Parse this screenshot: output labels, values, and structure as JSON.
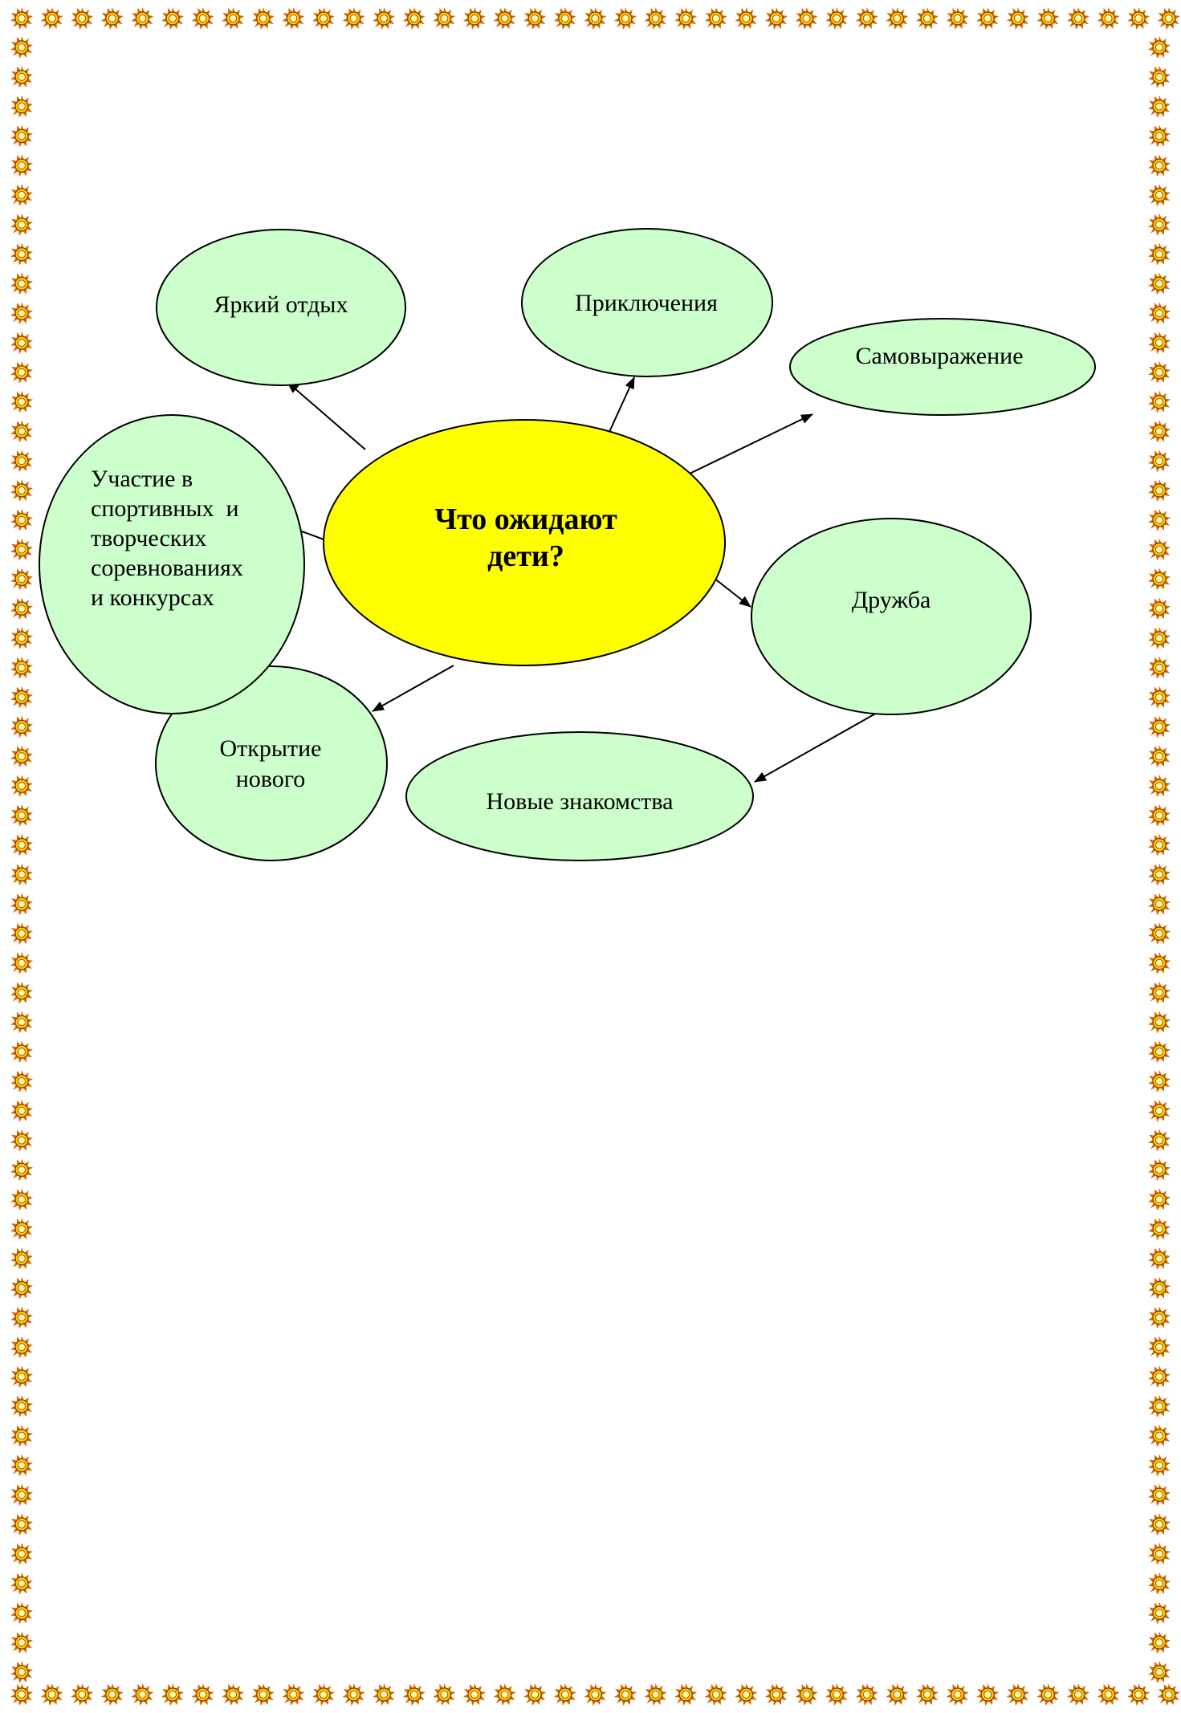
{
  "diagram": {
    "center": {
      "label_line1": "Что ожидают",
      "label_line2": "дети?",
      "fill": "#ffff00"
    },
    "node_fill": "#ccffcc",
    "border_color_outer": "#d66a00",
    "border_color_inner": "#ffcc00",
    "nodes": {
      "bright_rest": {
        "label": "Яркий отдых"
      },
      "adventures": {
        "label": "Приключения"
      },
      "self_expression": {
        "label": "Самовыражение"
      },
      "participation": {
        "line1": "Участие в",
        "line2": "спортивных  и",
        "line3": "творческих",
        "line4": "соревнованиях",
        "line5": "и конкурсах"
      },
      "friendship": {
        "label": "Дружба"
      },
      "discovery": {
        "line1": "Открытие",
        "line2": "нового"
      },
      "new_acquaintances": {
        "label": "Новые знакомства"
      }
    }
  }
}
